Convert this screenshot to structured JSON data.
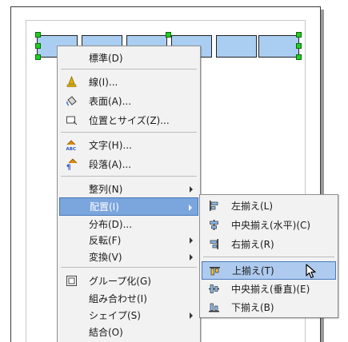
{
  "context_menu": {
    "standard": "標準(D)",
    "line": "線(I)...",
    "area": "表面(A)...",
    "position_size": "位置とサイズ(Z)...",
    "character": "文字(H)...",
    "paragraph": "段落(A)...",
    "arrange": "整列(N)",
    "align": "配置(I)",
    "distribute": "分布(D)...",
    "flip": "反転(F)",
    "convert": "変換(V)",
    "group": "グループ化(G)",
    "combine": "組み合わせ(I)",
    "shapes": "シェイプ(S)",
    "merge": "結合(O)"
  },
  "align_submenu": {
    "left": "左揃え(L)",
    "center_h": "中央揃え(水平)(C)",
    "right": "右揃え(R)",
    "top": "上揃え(T)",
    "center_v": "中央揃え(垂直)(E)",
    "bottom": "下揃え(B)"
  },
  "colors": {
    "highlight": "#7aa5dd",
    "sub_highlight": "#aecbef",
    "shape_fill": "#a9cef2",
    "handle": "#22cc22"
  },
  "icons": {
    "line": "line-icon",
    "area": "paint-bucket-icon",
    "position_size": "position-size-icon",
    "character": "character-icon",
    "paragraph": "paragraph-icon",
    "group": "group-icon",
    "align_left": "align-left-icon",
    "align_center_h": "align-center-horizontal-icon",
    "align_right": "align-right-icon",
    "align_top": "align-top-icon",
    "align_center_v": "align-center-vertical-icon",
    "align_bottom": "align-bottom-icon"
  }
}
